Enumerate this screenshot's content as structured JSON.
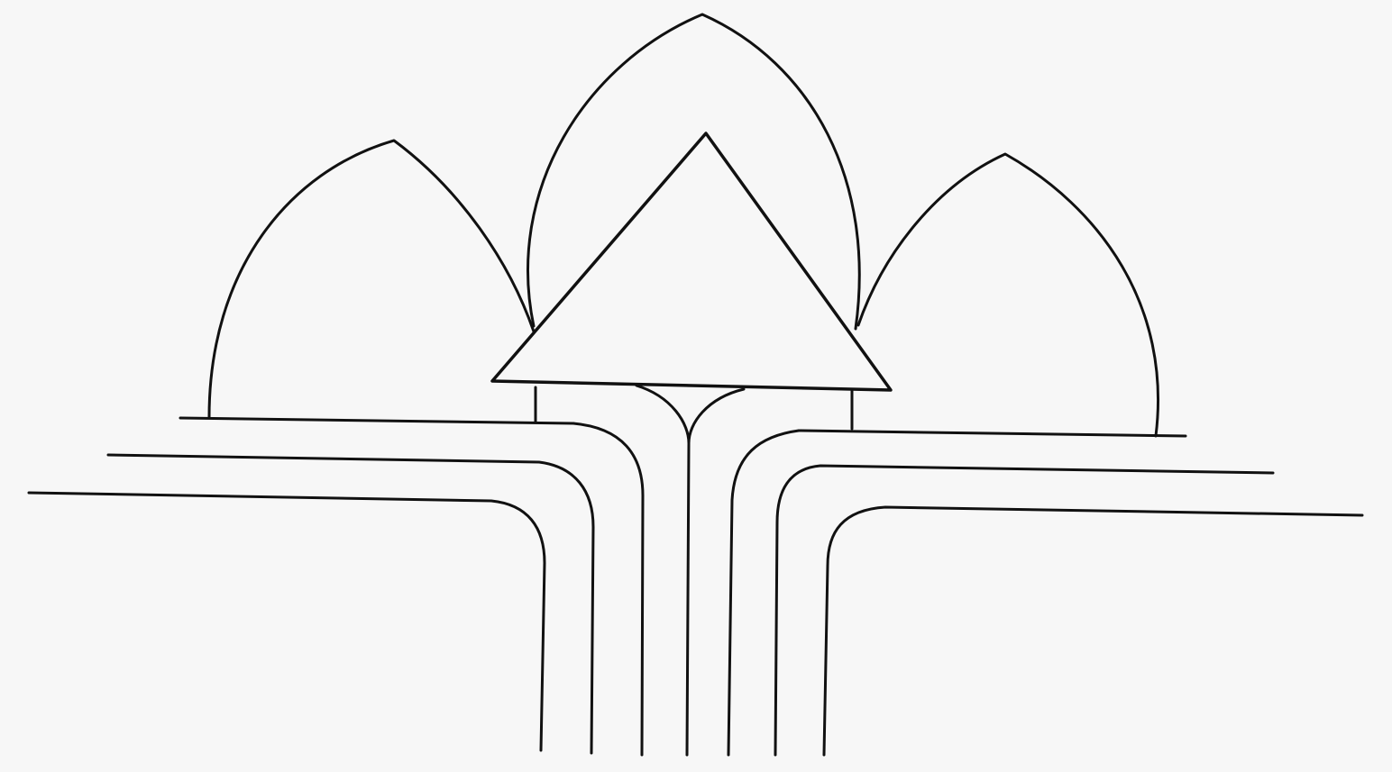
{
  "diagram": {
    "colors": {
      "background": "#f7f7f7",
      "stroke": "#111111"
    },
    "shapes": {
      "arches": [
        "left-pointed-arch",
        "center-pointed-arch",
        "right-pointed-arch"
      ],
      "center": "triangle",
      "lines": [
        "left-channel-outer",
        "left-channel-middle",
        "left-channel-inner",
        "center-stem",
        "right-channel-inner",
        "right-channel-middle",
        "right-channel-outer"
      ]
    }
  }
}
